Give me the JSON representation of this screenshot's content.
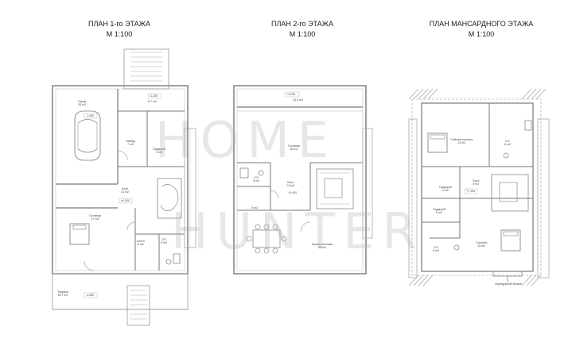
{
  "plans": [
    {
      "title": "ПЛАН 1-го ЭТАЖА",
      "scale": "М 1:100",
      "rooms": [
        {
          "name": "Гараж",
          "area": "26 m2"
        },
        {
          "name": "",
          "area": "6.7 m2"
        },
        {
          "name": "Тамбур",
          "area": "7 m2"
        },
        {
          "name": "Гардероб",
          "area": "4 m2"
        },
        {
          "name": "Холл",
          "area": "14 m2"
        },
        {
          "name": "Гостиная",
          "area": "17 m2"
        },
        {
          "name": "Котел",
          "area": "6 m2"
        },
        {
          "name": "С/У",
          "area": "5 m2"
        },
        {
          "name": "Терраса",
          "area": "15.7 m2"
        }
      ],
      "levels": [
        "-1.000",
        "-0.250",
        "±0.000",
        "-1.050"
      ]
    },
    {
      "title": "ПЛАН 2-го ЭТАЖА",
      "scale": "М 1:100",
      "rooms": [
        {
          "name": "",
          "area": "13.3 m2"
        },
        {
          "name": "Гостиная",
          "area": "28 m2"
        },
        {
          "name": "С/У",
          "area": "5 m2"
        },
        {
          "name": "Холл",
          "area": "14 m2"
        },
        {
          "name": "",
          "area": "5 m2"
        },
        {
          "name": "Кухня-столовая",
          "area": "28 m2"
        }
      ],
      "levels": [
        "+3.250",
        "+3.400"
      ]
    },
    {
      "title": "ПЛАН МАНСАРДНОГО ЭТАЖА",
      "scale": "М 1:100",
      "rooms": [
        {
          "name": "Главная спальня",
          "area": "13 m2"
        },
        {
          "name": "С/У",
          "area": "6 m2"
        },
        {
          "name": "Гардероб",
          "area": "4 m2"
        },
        {
          "name": "Холл",
          "area": "5 m2"
        },
        {
          "name": "Гардероб",
          "area": "5 m2"
        },
        {
          "name": "С/У",
          "area": "6 m2"
        },
        {
          "name": "Спальня",
          "area": "15 m2"
        },
        {
          "name": "Французский балкон",
          "area": ""
        }
      ],
      "levels": [
        "+7.150"
      ]
    }
  ],
  "watermark": {
    "line1": "HOME",
    "line2": "HUNTER"
  }
}
